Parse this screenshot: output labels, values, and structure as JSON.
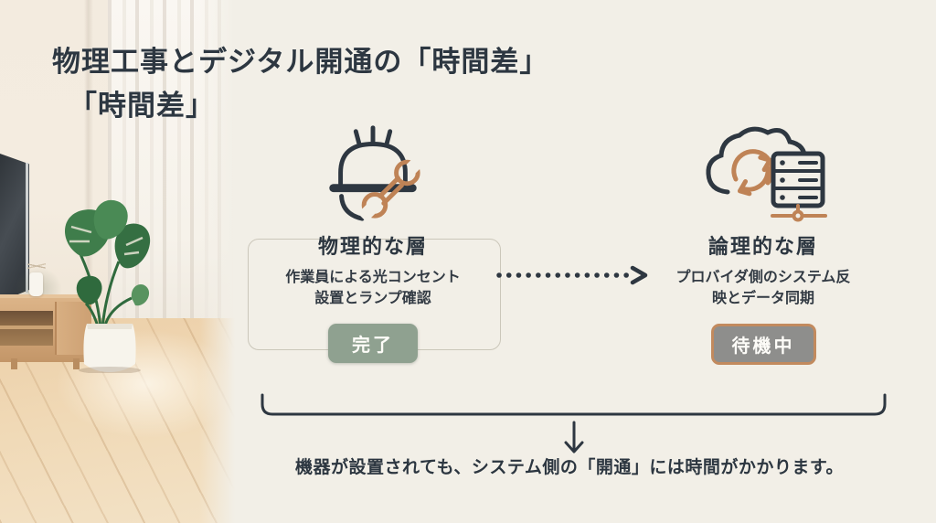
{
  "slide": {
    "title": {
      "line1": "物理工事とデジタル開通の「時間差」",
      "line2": "「時間差」"
    },
    "physical": {
      "icon": "hard-hat-wrench-icon",
      "heading": "物理的な層",
      "desc_line1": "作業員による光コンセント",
      "desc_line2": "設置とランプ確認",
      "badge": "完了"
    },
    "logical": {
      "icon": "cloud-sync-server-icon",
      "heading": "論理的な層",
      "desc_line1": "プロバイダ側のシステム反",
      "desc_line2": "映とデータ同期",
      "badge": "待機中"
    },
    "footer_note": "機器が設置されても、システム側の「開通」には時間がかかります。",
    "colors": {
      "panel_background": "#f2efe7",
      "ink": "#2d3741",
      "copper_accent": "#bf8356",
      "badge_complete_fill": "#8fa190",
      "badge_waiting_fill": "#8e8e8c",
      "badge_waiting_border": "#c28a5e"
    }
  }
}
